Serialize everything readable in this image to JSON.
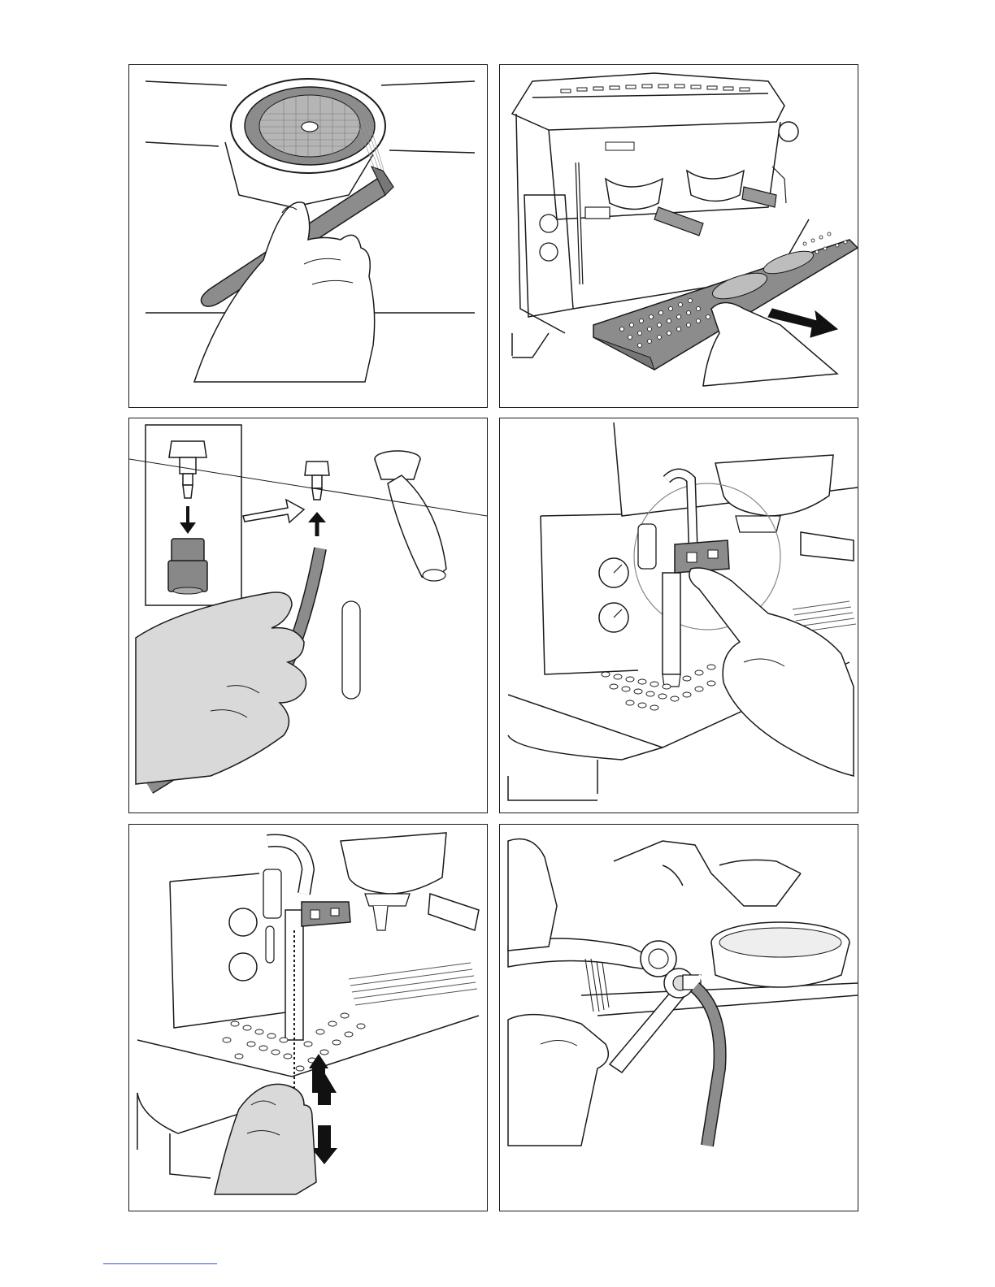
{
  "figure": {
    "panels": [
      {
        "id": "p1",
        "subject": "filter-basket-cleaning-brush"
      },
      {
        "id": "p2",
        "subject": "drip-tray-removal"
      },
      {
        "id": "p3",
        "subject": "steam-wand-hose-connection"
      },
      {
        "id": "p4",
        "subject": "steam-control-pressing"
      },
      {
        "id": "p5",
        "subject": "steam-wand-tip-cleaning"
      },
      {
        "id": "p6",
        "subject": "wrench-fitting-loosening"
      }
    ],
    "colors": {
      "line": "#1a1a1a",
      "shade": "#8c8c8c",
      "hand_fill": "#d9d9d9",
      "mesh": "#666666",
      "footer_rule": "#3355cc"
    }
  }
}
